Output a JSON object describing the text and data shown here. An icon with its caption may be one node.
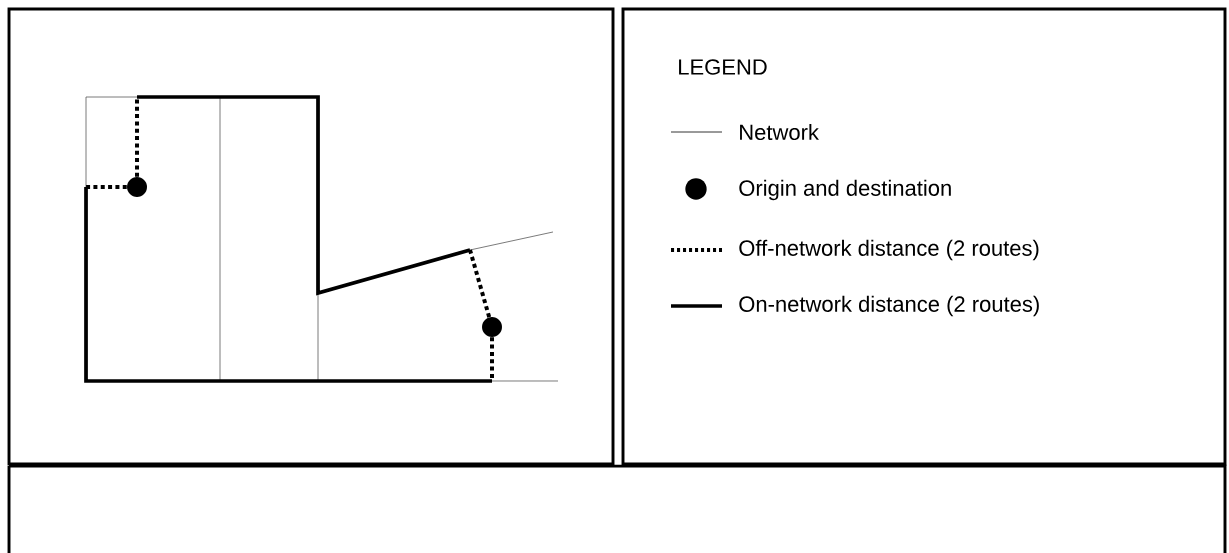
{
  "diagram": {
    "nodes": [
      {
        "text": [],
        "shape": "circle"
      },
      {
        "text": [],
        "shape": "circle"
      }
    ],
    "edges": [
      {
        "from": 0,
        "to": null,
        "arrow": "none",
        "style": "dashed"
      },
      {
        "from": 0,
        "to": null,
        "arrow": "none",
        "style": "dashed"
      },
      {
        "from": 1,
        "to": null,
        "arrow": "none",
        "style": "dashed"
      },
      {
        "from": 1,
        "to": null,
        "arrow": "none",
        "style": "dashed"
      }
    ],
    "labels": [
      "LEGEND"
    ],
    "legend": [
      {
        "text": "Network"
      },
      {
        "text": "Origin and destination"
      },
      {
        "text": "Off-network distance (2 routes)"
      },
      {
        "text": "On-network distance (2 routes)"
      }
    ]
  }
}
